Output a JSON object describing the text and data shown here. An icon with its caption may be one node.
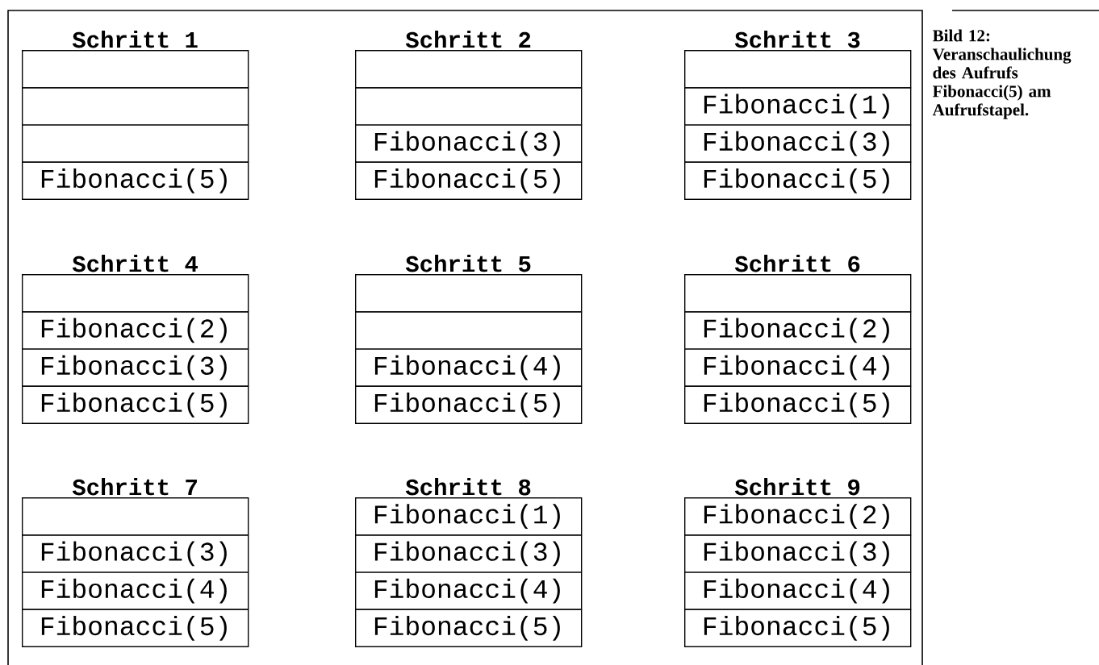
{
  "diagram": {
    "caption": "Bild 12: Veranschaulichung des Aufrufs Fibonacci(5) am Aufrufstapel.",
    "nodes": [
      {
        "text": [
          "Schritt 1"
        ]
      },
      {
        "text": [],
        "shape": "box",
        "in": 0
      },
      {
        "text": [],
        "shape": "box",
        "in": 0
      },
      {
        "text": [],
        "shape": "box",
        "in": 0
      },
      {
        "text": [
          "Fibonacci(5)"
        ],
        "in": 0
      },
      {
        "text": [
          "Schritt 2"
        ]
      },
      {
        "text": [],
        "shape": "box",
        "in": 5
      },
      {
        "text": [],
        "shape": "box",
        "in": 5
      },
      {
        "text": [
          "Fibonacci(3)"
        ],
        "in": 5
      },
      {
        "text": [
          "Fibonacci(5)"
        ],
        "in": 5
      },
      {
        "text": [
          "Schritt 3"
        ]
      },
      {
        "text": [],
        "shape": "box",
        "in": 10
      },
      {
        "text": [
          "Fibonacci(1)"
        ],
        "in": 10
      },
      {
        "text": [
          "Fibonacci(3)"
        ],
        "in": 10
      },
      {
        "text": [
          "Fibonacci(5)"
        ],
        "in": 10
      },
      {
        "text": [
          "Schritt 4"
        ]
      },
      {
        "text": [],
        "shape": "box",
        "in": 15
      },
      {
        "text": [
          "Fibonacci(2)"
        ],
        "in": 15
      },
      {
        "text": [
          "Fibonacci(3)"
        ],
        "in": 15
      },
      {
        "text": [
          "Fibonacci(5)"
        ],
        "in": 15
      },
      {
        "text": [
          "Schritt 5"
        ]
      },
      {
        "text": [],
        "shape": "box",
        "in": 20
      },
      {
        "text": [],
        "shape": "box",
        "in": 20
      },
      {
        "text": [
          "Fibonacci(4)"
        ],
        "in": 20
      },
      {
        "text": [
          "Fibonacci(5)"
        ],
        "in": 20
      },
      {
        "text": [
          "Schritt 6"
        ]
      },
      {
        "text": [],
        "shape": "box",
        "in": 25
      },
      {
        "text": [
          "Fibonacci(2)"
        ],
        "in": 25
      },
      {
        "text": [
          "Fibonacci(4)"
        ],
        "in": 25
      },
      {
        "text": [
          "Fibonacci(5)"
        ],
        "in": 25
      },
      {
        "text": [
          "Schritt 7"
        ]
      },
      {
        "text": [],
        "shape": "box",
        "in": 30
      },
      {
        "text": [
          "Fibonacci(3)"
        ],
        "in": 30
      },
      {
        "text": [
          "Fibonacci(4)"
        ],
        "in": 30
      },
      {
        "text": [
          "Fibonacci(5)"
        ],
        "in": 30
      },
      {
        "text": [
          "Schritt 8"
        ]
      },
      {
        "text": [
          "Fibonacci(1)"
        ],
        "in": 35
      },
      {
        "text": [
          "Fibonacci(3)"
        ],
        "in": 35
      },
      {
        "text": [
          "Fibonacci(4)"
        ],
        "in": 35
      },
      {
        "text": [
          "Fibonacci(5)"
        ],
        "in": 35
      },
      {
        "text": [
          "Schritt 9"
        ]
      },
      {
        "text": [
          "Fibonacci(2)"
        ],
        "in": 40
      },
      {
        "text": [
          "Fibonacci(3)"
        ],
        "in": 40
      },
      {
        "text": [
          "Fibonacci(4)"
        ],
        "in": 40
      },
      {
        "text": [
          "Fibonacci(5)"
        ],
        "in": 40
      }
    ]
  }
}
